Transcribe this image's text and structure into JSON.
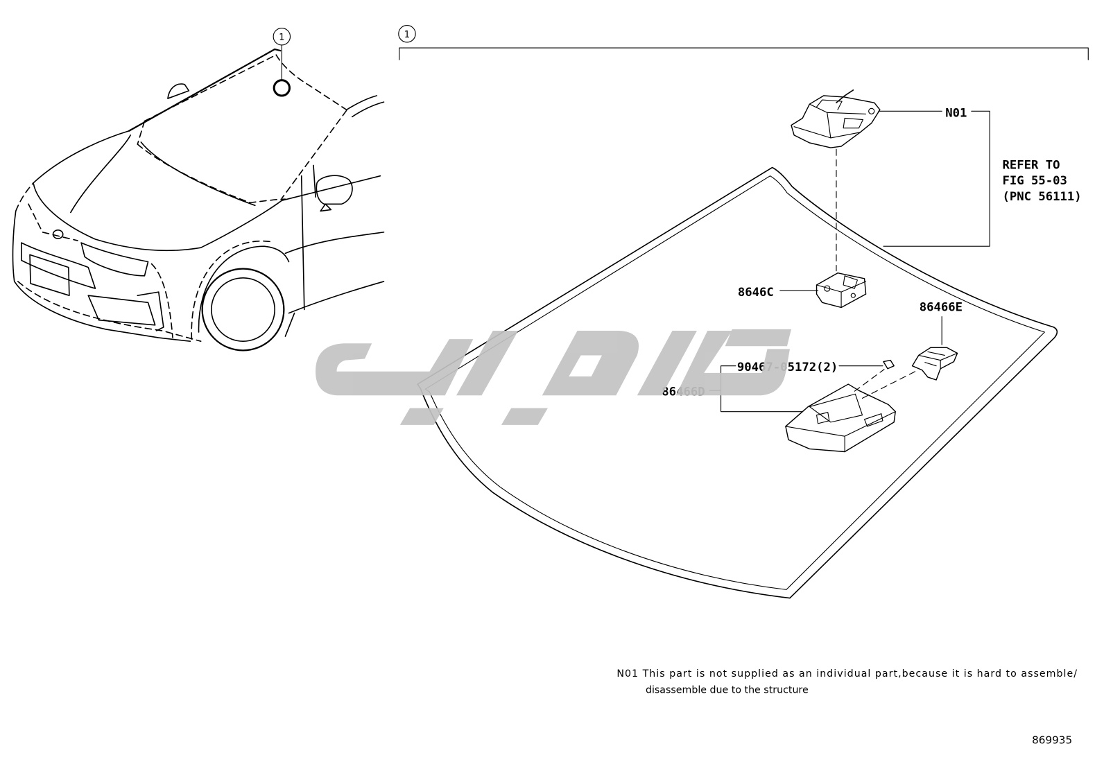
{
  "diagram": {
    "index_marker_vehicle": "1",
    "index_marker_group": "1"
  },
  "labels": {
    "n01": "N01",
    "refer_to": "REFER TO",
    "refer_fig": "FIG 55-03",
    "refer_pnc": "(PNC 56111)",
    "part_8646c": "8646C",
    "part_86466e": "86466E",
    "part_90467": "90467-05172(2)",
    "part_86466d": "86466D"
  },
  "footnote": {
    "line1": "N01 This part is not supplied as an individual part,because it is hard to assemble/",
    "line2": "disassemble due to the structure"
  },
  "figure_id": "869935",
  "colors": {
    "line": "#000000",
    "watermark": "#c3c3c3",
    "background": "#ffffff"
  }
}
